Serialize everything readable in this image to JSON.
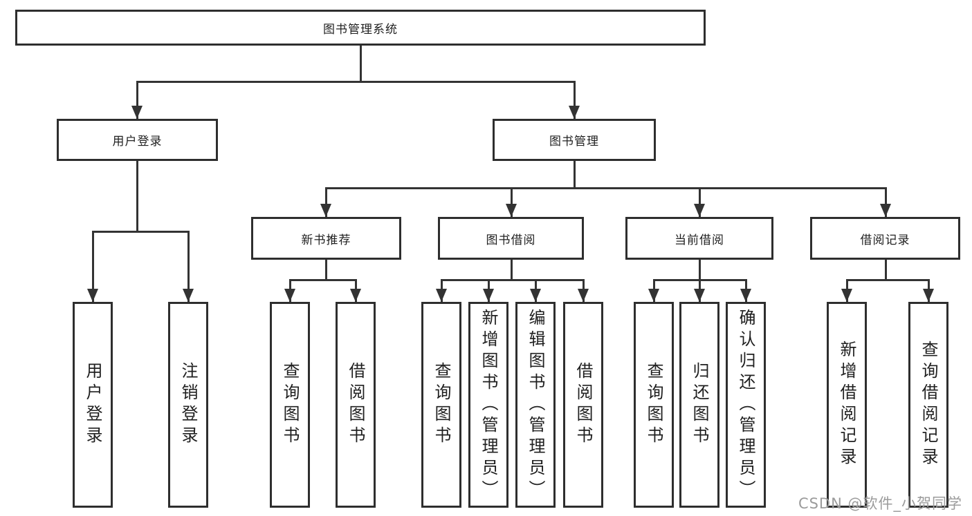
{
  "tree": {
    "label": "图书管理系统",
    "children": [
      {
        "label": "用户登录",
        "children": [
          {
            "label": "用户登录"
          },
          {
            "label": "注销登录"
          }
        ]
      },
      {
        "label": "图书管理",
        "children": [
          {
            "label": "新书推荐",
            "children": [
              {
                "label": "查询图书"
              },
              {
                "label": "借阅图书"
              }
            ]
          },
          {
            "label": "图书借阅",
            "children": [
              {
                "label": "查询图书"
              },
              {
                "label": "新增图书（管理员）"
              },
              {
                "label": "编辑图书（管理员）"
              },
              {
                "label": "借阅图书"
              }
            ]
          },
          {
            "label": "当前借阅",
            "children": [
              {
                "label": "查询图书"
              },
              {
                "label": "归还图书"
              },
              {
                "label": "确认归还（管理员）"
              }
            ]
          },
          {
            "label": "借阅记录",
            "children": [
              {
                "label": "新增借阅记录"
              },
              {
                "label": "查询借阅记录"
              }
            ]
          }
        ]
      }
    ]
  },
  "watermark": {
    "text": "CSDN @软件_小贺同学"
  },
  "colors": {
    "line": "#333333",
    "border": "#2e2e2e",
    "text": "#1f1f1f",
    "watermark": "#9b9b9b",
    "background": "#ffffff"
  }
}
